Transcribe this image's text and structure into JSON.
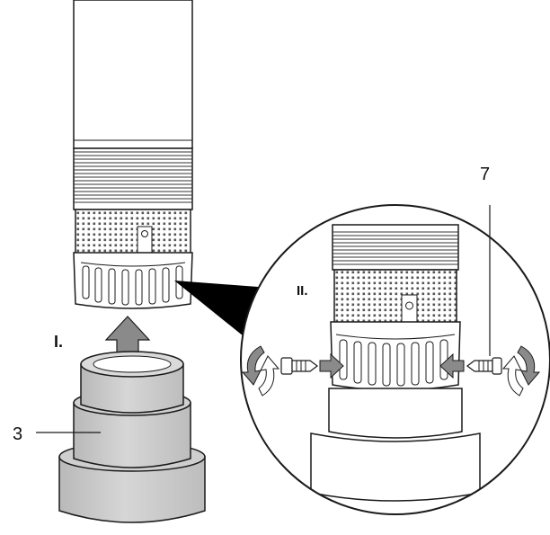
{
  "labels": {
    "step_one": "I.",
    "step_two": "II.",
    "part_three": "3",
    "part_seven": "7"
  },
  "colors": {
    "outline": "#1a1a1a",
    "arrow_fill": "#8a8a8a",
    "part_gray": "#c8c8c8",
    "part_gray_light": "#dcdcdc",
    "tube_white": "#ffffff",
    "callout_wedge": "#000000"
  },
  "icons": {
    "rotate_left": "rotate-ccw-icon",
    "rotate_right": "rotate-cw-icon",
    "insert_arrow": "arrow-up-icon",
    "push_arrow_left": "arrow-right-icon",
    "push_arrow_right": "arrow-left-icon"
  }
}
